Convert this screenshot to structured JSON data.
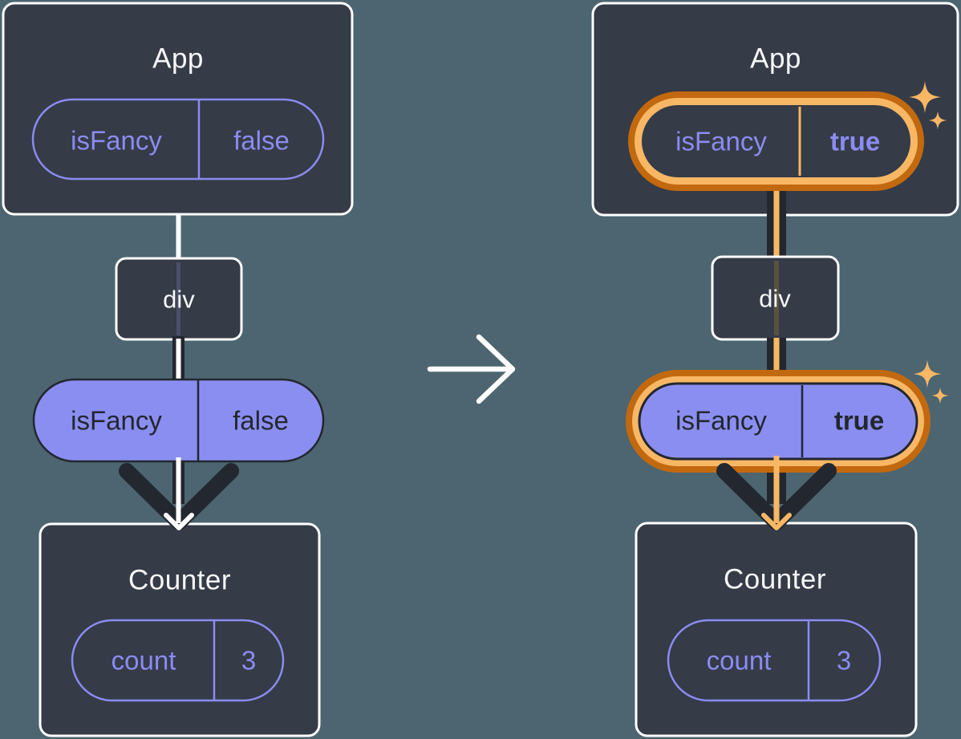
{
  "background": "#4C6570",
  "colors": {
    "card": "#353B47",
    "card_border": "#FFFFFF",
    "accent_purple": "#8A8CF0",
    "pill_fill": "#8B8EF1",
    "dark_ink": "#23272F",
    "highlight_outer_orange": "#C2690F",
    "highlight_inner_orange": "#F8B765",
    "title_text": "#F6F7F9"
  },
  "before": {
    "root_component": {
      "title": "App",
      "state_pill": {
        "label": "isFancy",
        "value": "false"
      }
    },
    "passthrough_component": {
      "title": "div"
    },
    "prop_pill": {
      "label": "isFancy",
      "value": "false"
    },
    "child_component": {
      "title": "Counter",
      "state_pill": {
        "label": "count",
        "value": "3"
      }
    }
  },
  "after": {
    "root_component": {
      "title": "App",
      "state_pill": {
        "label": "isFancy",
        "value": "true"
      }
    },
    "passthrough_component": {
      "title": "div"
    },
    "prop_pill": {
      "label": "isFancy",
      "value": "true"
    },
    "child_component": {
      "title": "Counter",
      "state_pill": {
        "label": "count",
        "value": "3"
      }
    }
  },
  "icons": {
    "transition_arrow": "right-arrow",
    "highlight_sparkles": "sparkles",
    "flow_arrowhead": "chevron-down"
  }
}
